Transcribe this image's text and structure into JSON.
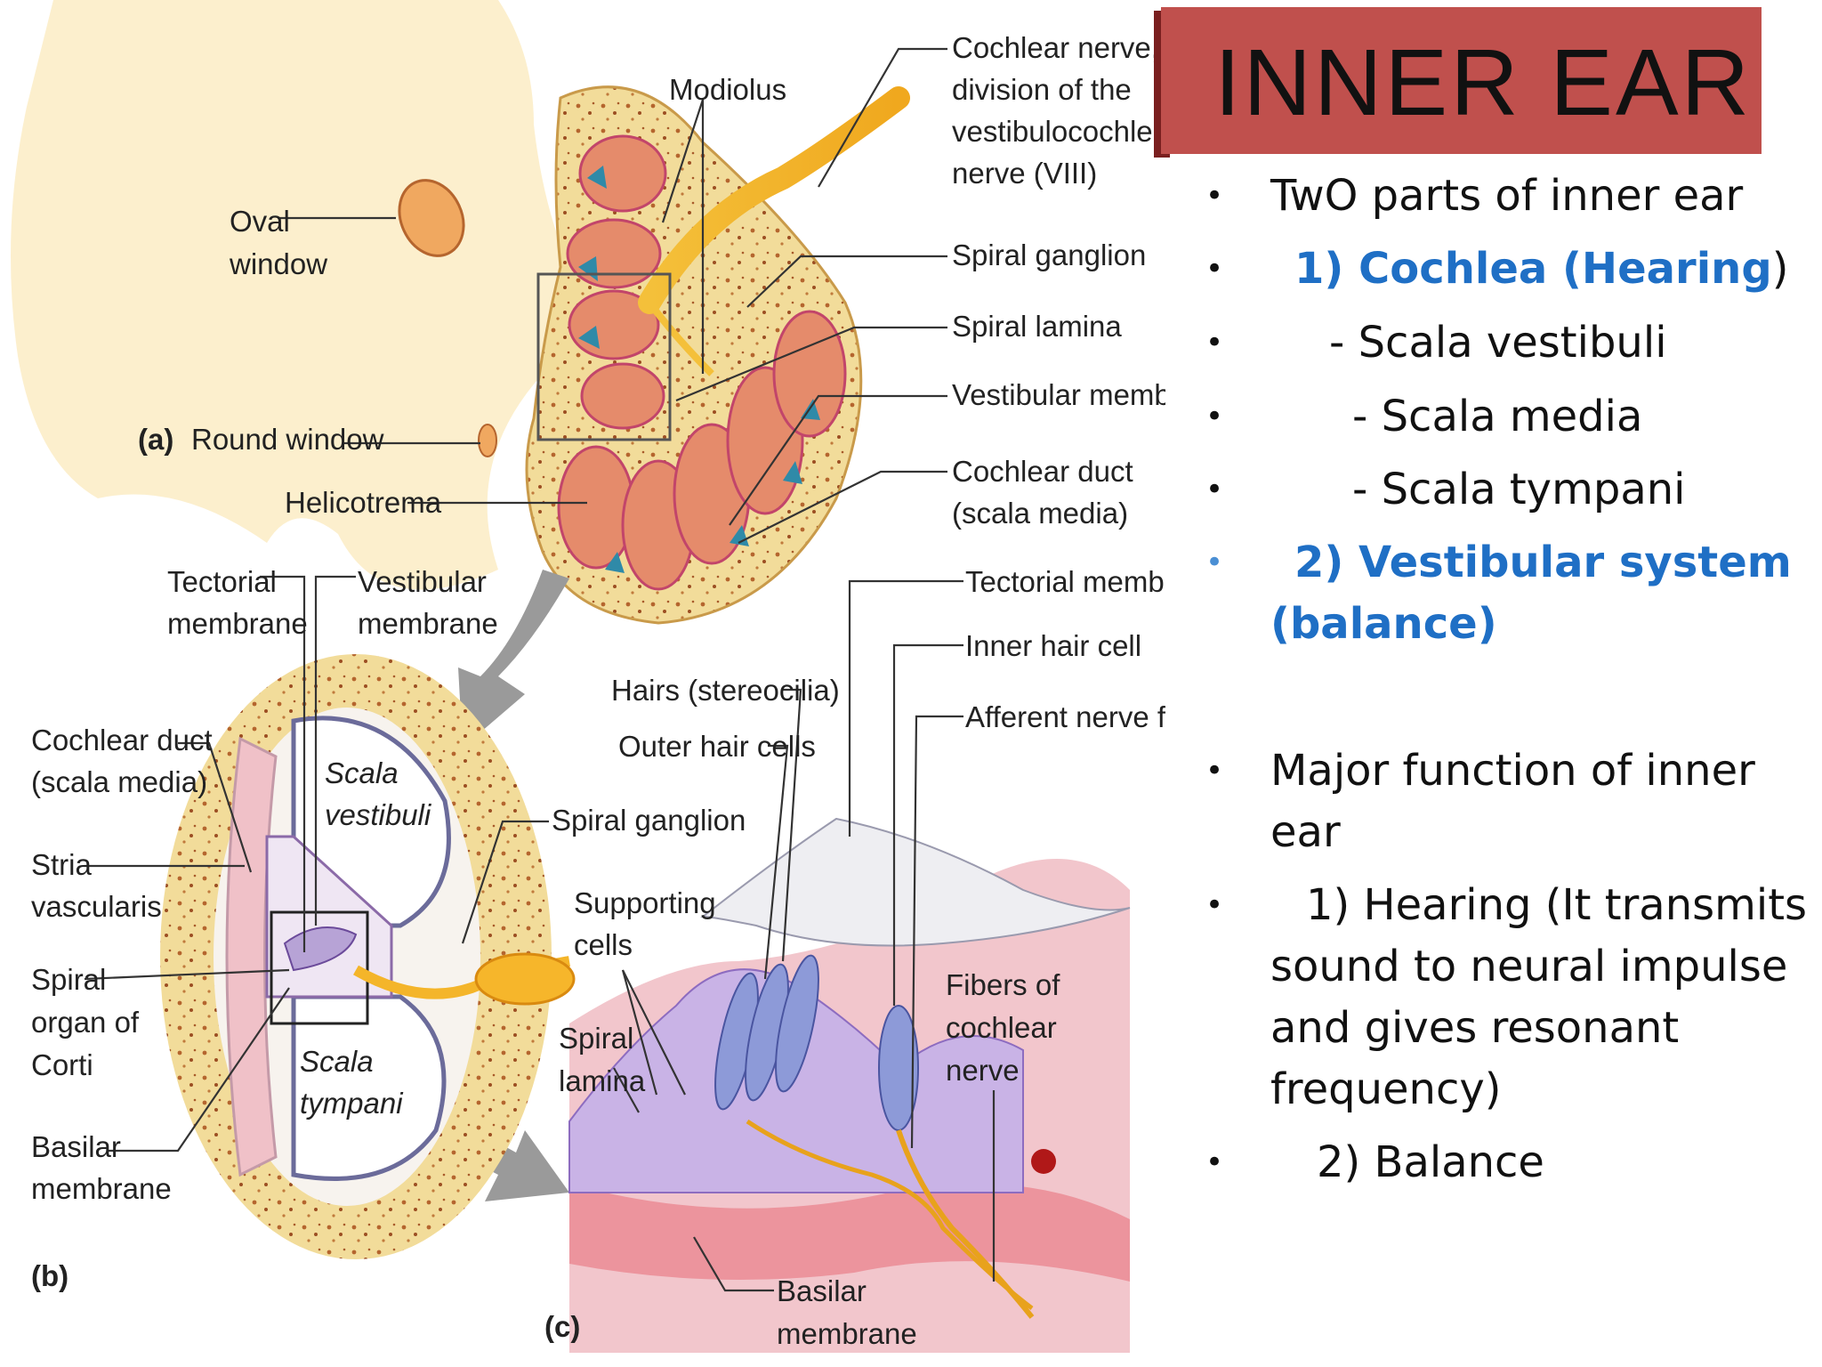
{
  "slide": {
    "title": "INNER EAR",
    "bullets": [
      {
        "text": "TwO parts of inner ear"
      },
      {
        "text": "1) Cochlea (Hearing",
        "suffix": ")"
      },
      {
        "text": "- Scala vestibuli"
      },
      {
        "text": "- Scala media"
      },
      {
        "text": "- Scala tympani"
      },
      {
        "text": "2) Vestibular system",
        "line2": "(balance)"
      },
      {
        "text": "Major function of inner",
        "line2": "ear"
      },
      {
        "text": "1) Hearing  (It transmits",
        "line2": "sound to  neural impulse",
        "line3": "and gives  resonant",
        "line4": "frequency)"
      },
      {
        "text": "2) Balance"
      }
    ],
    "bullet_glyph": "•",
    "colors": {
      "title_bg": "#c0504d",
      "highlight": "#1f6fc5"
    }
  },
  "diagram": {
    "panel_a": {
      "tag": "(a)",
      "labels": {
        "modiolus": "Modiolus",
        "cochlear_nerve_1": "Cochlear nerve,",
        "cochlear_nerve_2": "division of the",
        "cochlear_nerve_3": "vestibulocochlear",
        "cochlear_nerve_4": "nerve (VIII)",
        "oval_window_1": "Oval",
        "oval_window_2": "window",
        "spiral_ganglion": "Spiral ganglion",
        "spiral_lamina": "Spiral lamina",
        "vestibular_membrane": "Vestibular membrane",
        "round_window": "Round window",
        "helicotrema": "Helicotrema",
        "cochlear_duct_1": "Cochlear duct",
        "cochlear_duct_2": "(scala media)"
      }
    },
    "panel_b": {
      "tag": "(b)",
      "labels": {
        "tectorial_1": "Tectorial",
        "tectorial_2": "membrane",
        "vestibular_1": "Vestibular",
        "vestibular_2": "membrane",
        "cochlear_duct_1": "Cochlear duct",
        "cochlear_duct_2": "(scala media)",
        "scala_vestibuli_1": "Scala",
        "scala_vestibuli_2": "vestibuli",
        "stria_1": "Stria",
        "stria_2": "vascularis",
        "spiral_organ_1": "Spiral",
        "spiral_organ_2": "organ of",
        "spiral_organ_3": "Corti",
        "scala_tympani_1": "Scala",
        "scala_tympani_2": "tympani",
        "basilar_1": "Basilar",
        "basilar_2": "membrane",
        "spiral_ganglion": "Spiral ganglion"
      }
    },
    "panel_c": {
      "tag": "(c)",
      "labels": {
        "tectorial_membrane": "Tectorial membrane",
        "inner_hair_cell": "Inner hair cell",
        "hairs": "Hairs (stereocilia)",
        "afferent": "Afferent nerve fibers",
        "outer_hair_cells": "Outer hair cells",
        "supporting_1": "Supporting",
        "supporting_2": "cells",
        "fibers_1": "Fibers of",
        "fibers_2": "cochlear",
        "fibers_3": "nerve",
        "spiral_lamina_1": "Spiral",
        "spiral_lamina_2": "lamina",
        "basilar_1": "Basilar",
        "basilar_2": "membrane"
      }
    }
  }
}
